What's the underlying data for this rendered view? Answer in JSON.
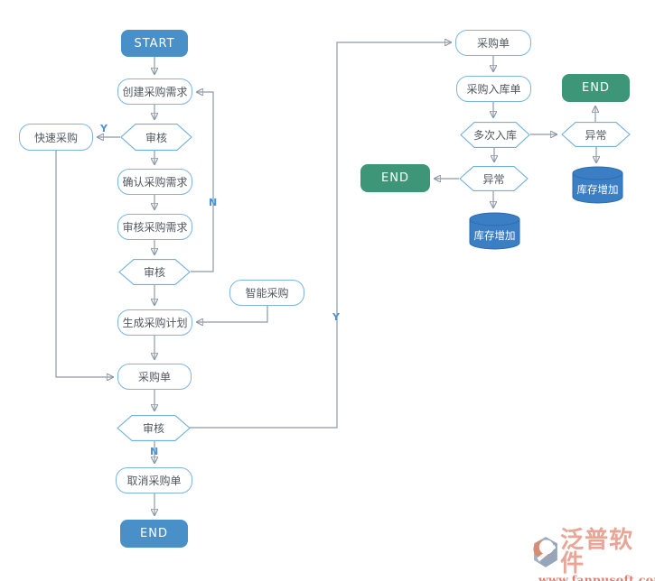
{
  "nodes": {
    "start": {
      "label": "START"
    },
    "create_req": {
      "label": "创建采购需求"
    },
    "review1": {
      "label": "审核"
    },
    "quick": {
      "label": "快速采购"
    },
    "confirm_req": {
      "label": "确认采购需求"
    },
    "review_req": {
      "label": "审核采购需求"
    },
    "review2": {
      "label": "审核"
    },
    "smart": {
      "label": "智能采购"
    },
    "gen_plan": {
      "label": "生成采购计划"
    },
    "po_left": {
      "label": "采购单"
    },
    "review3": {
      "label": "审核"
    },
    "cancel_po": {
      "label": "取消采购单"
    },
    "end_left": {
      "label": "END"
    },
    "po_right": {
      "label": "采购单"
    },
    "warehouse_entry": {
      "label": "采购入库单"
    },
    "multi_in": {
      "label": "多次入库"
    },
    "abnormal_right": {
      "label": "异常"
    },
    "end_top_right": {
      "label": "END"
    },
    "stock_inc_right": {
      "label": "库存增加"
    },
    "abnormal_center": {
      "label": "异常"
    },
    "end_mid_left": {
      "label": "END"
    },
    "stock_inc_center": {
      "label": "库存增加"
    }
  },
  "edge_labels": {
    "fast_yes": "Y",
    "loop_no": "N",
    "cancel_no": "N",
    "approve_yes": "Y"
  },
  "logo": {
    "brand": "泛普软件",
    "site": "www.fanpusoft.com"
  },
  "colors": {
    "primary_blue": "#4a90c8",
    "green": "#3e9679",
    "cylinder_blue": "#3a7ec4",
    "cylinder_stroke": "#2d6cae",
    "box_border": "#7db5e5",
    "hex_border": "#6fb0e2",
    "line": "#8e99a8",
    "arrow": "#44536b",
    "label_blue": "#4a93d9",
    "text": "#525960",
    "logo_text": "#e9a597",
    "logo_url": "#dd8176"
  }
}
